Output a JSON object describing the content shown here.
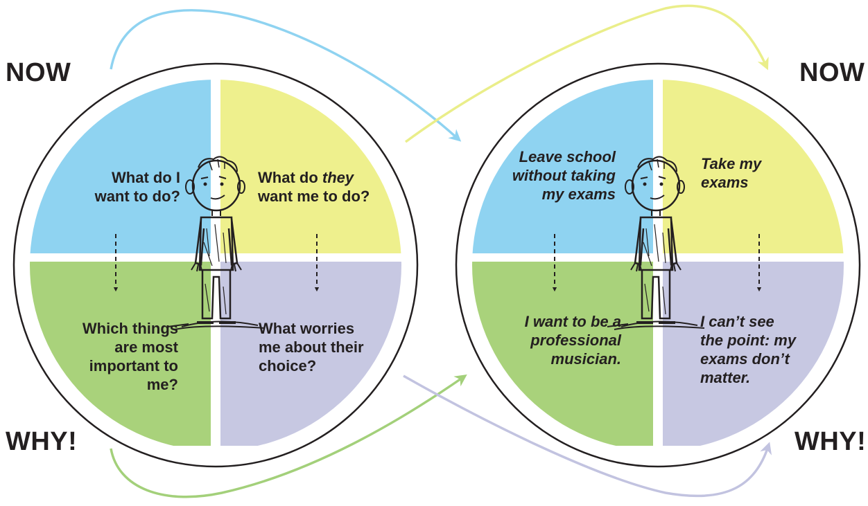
{
  "labels": {
    "now_left": "NOW",
    "now_right": "NOW",
    "why_left": "WHY!",
    "why_right": "WHY!"
  },
  "left_circle": {
    "top_left_line1": "What do I",
    "top_left_line2": "want to do?",
    "top_right_line1_prefix": "What do ",
    "top_right_line1_emph": "they",
    "top_right_line2": "want me to do?",
    "bottom_left_line1": "Which things",
    "bottom_left_line2": "are most",
    "bottom_left_line3": "important to",
    "bottom_left_line4": "me?",
    "bottom_right_line1": "What worries",
    "bottom_right_line2": "me about their",
    "bottom_right_line3": "choice?"
  },
  "right_circle": {
    "top_left_line1": "Leave school",
    "top_left_line2": "without taking",
    "top_left_line3": "my exams",
    "top_right_line1": "Take my",
    "top_right_line2": "exams",
    "bottom_left_line1": "I want to be a",
    "bottom_left_line2": "professional",
    "bottom_left_line3": "musician.",
    "bottom_right_line1": "I can’t see",
    "bottom_right_line2": "the point: my",
    "bottom_right_line3": "exams don’t",
    "bottom_right_line4": "matter."
  },
  "colors": {
    "blue": "#8fd3f1",
    "yellow": "#eef08d",
    "green": "#a9d27b",
    "purple": "#c7c8e2",
    "text": "#231f20",
    "arrow_blue": "#8fd3f1",
    "arrow_yellow": "#eaee8a",
    "arrow_green": "#a3d07a",
    "arrow_purple": "#c2c3e0"
  },
  "icons": [
    "boy-figure-icon",
    "dashed-down-arrow-icon",
    "curved-arrow-icon"
  ]
}
